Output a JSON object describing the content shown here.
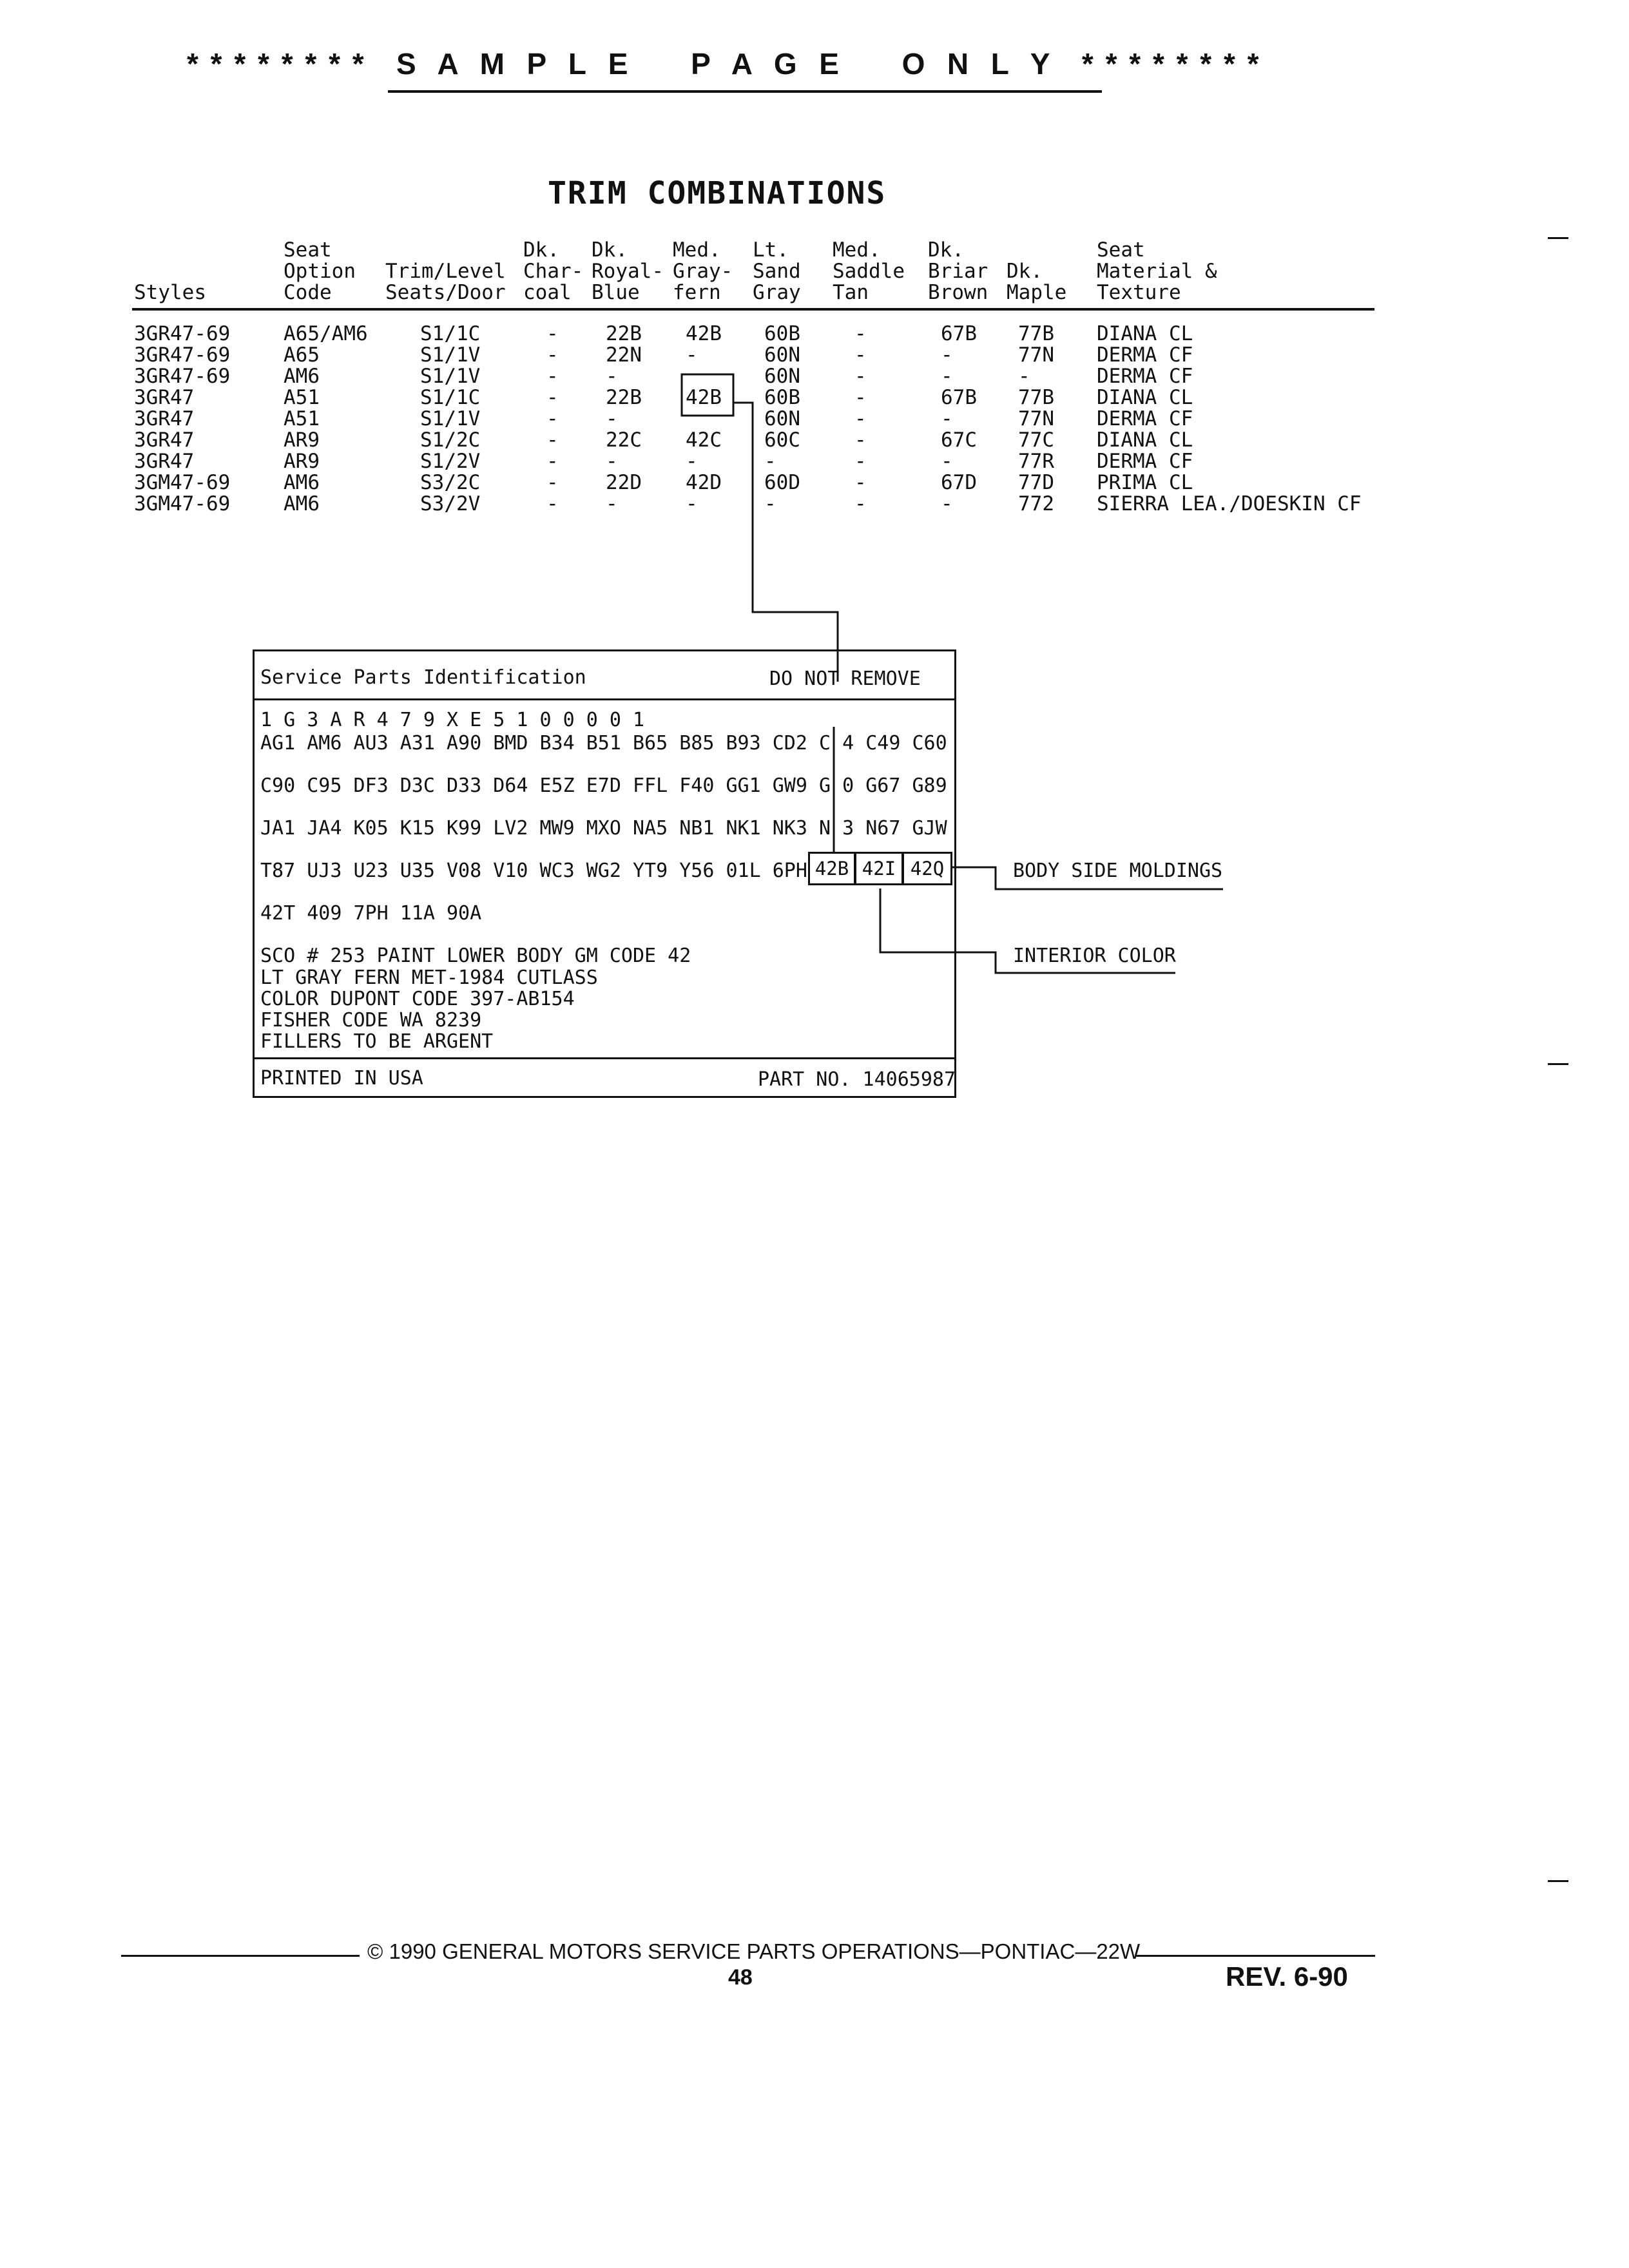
{
  "header": {
    "banner": "* * * * * * * *   S  A  M  P  L  E      P  A  G  E      O  N  L  Y   * * * * * * * *",
    "title": "TRIM COMBINATIONS"
  },
  "table": {
    "headers": [
      [
        "",
        "",
        "Styles"
      ],
      [
        "Seat",
        "Option",
        "Code"
      ],
      [
        "",
        "Trim/Level",
        "Seats/Door"
      ],
      [
        "Dk.",
        "Char-",
        "coal"
      ],
      [
        "Dk.",
        "Royal-",
        "Blue"
      ],
      [
        "Med.",
        "Gray-",
        "fern"
      ],
      [
        "Lt.",
        "Sand",
        "Gray"
      ],
      [
        "Med.",
        "Saddle",
        "Tan"
      ],
      [
        "Dk.",
        "Briar",
        "Brown"
      ],
      [
        "",
        "Dk.",
        "Maple"
      ],
      [
        "Seat",
        "Material &",
        "Texture"
      ]
    ],
    "rows": [
      [
        "3GR47-69",
        "A65/AM6",
        "S1/1C",
        "-",
        "22B",
        "42B",
        "60B",
        "-",
        "67B",
        "77B",
        "DIANA CL"
      ],
      [
        "3GR47-69",
        "A65",
        "S1/1V",
        "-",
        "22N",
        "-",
        "60N",
        "-",
        "-",
        "77N",
        "DERMA CF"
      ],
      [
        "3GR47-69",
        "AM6",
        "S1/1V",
        "-",
        "-",
        "",
        "60N",
        "-",
        "-",
        "-",
        "DERMA CF"
      ],
      [
        "3GR47",
        "A51",
        "S1/1C",
        "-",
        "22B",
        "42B",
        "60B",
        "-",
        "67B",
        "77B",
        "DIANA CL"
      ],
      [
        "3GR47",
        "A51",
        "S1/1V",
        "-",
        "-",
        "",
        "60N",
        "-",
        "-",
        "77N",
        "DERMA CF"
      ],
      [
        "3GR47",
        "AR9",
        "S1/2C",
        "-",
        "22C",
        "42C",
        "60C",
        "-",
        "67C",
        "77C",
        "DIANA CL"
      ],
      [
        "3GR47",
        "AR9",
        "S1/2V",
        "-",
        "-",
        "-",
        "-",
        "-",
        "-",
        "77R",
        "DERMA CF"
      ],
      [
        "3GM47-69",
        "AM6",
        "S3/2C",
        "-",
        "22D",
        "42D",
        "60D",
        "-",
        "67D",
        "77D",
        "PRIMA CL"
      ],
      [
        "3GM47-69",
        "AM6",
        "S3/2V",
        "-",
        "-",
        "-",
        "-",
        "-",
        "-",
        "772",
        "SIERRA LEA./DOESKIN CF"
      ]
    ]
  },
  "label": {
    "title": "Service Parts Identification",
    "notice": "DO NOT REMOVE",
    "vin": "1 G 3 A R 4 7 9 X E 5 1 0 0 0 0 1",
    "option_lines": [
      "AG1 AM6 AU3 A31 A90 BMD B34 B51 B65 B85 B93 CD2 C 4 C49 C60",
      "C90 C95 DF3 D3C D33 D64 E5Z E7D FFL F40 GG1 GW9 G 0 G67 G89",
      "JA1 JA4 K05 K15 K99 LV2 MW9 MXO NA5 NB1 NK1 NK3 N 3 N67 GJW",
      "T87 UJ3 U23 U35 V08 V10 WC3 WG2 YT9 Y56 01L 6PH",
      "42T 409 7PH 11A 90A"
    ],
    "boxed_codes": [
      "42B",
      "42I",
      "42Q"
    ],
    "notes": [
      "SCO # 253 PAINT LOWER BODY GM CODE 42",
      "LT GRAY FERN MET-1984 CUTLASS",
      "COLOR DUPONT CODE 397-AB154",
      "FISHER CODE WA 8239",
      "FILLERS TO BE ARGENT"
    ],
    "printed": "PRINTED IN USA",
    "part_no": "PART NO. 14065987"
  },
  "callouts": {
    "body_side": "BODY SIDE MOLDINGS",
    "interior": "INTERIOR COLOR"
  },
  "footer": {
    "copyright": "© 1990 GENERAL MOTORS SERVICE PARTS OPERATIONS—PONTIAC—22W",
    "page": "48",
    "rev": "REV. 6-90"
  }
}
